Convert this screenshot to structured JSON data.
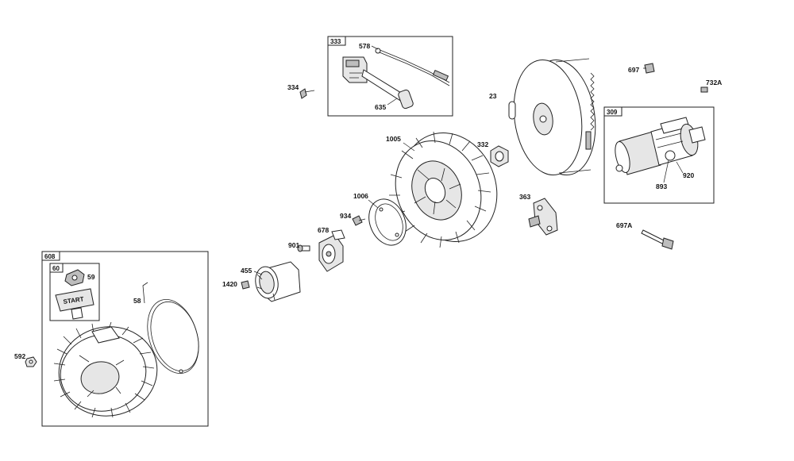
{
  "callouts": {
    "c333": "333",
    "c578": "578",
    "c635": "635",
    "c334": "334",
    "c23": "23",
    "c697": "697",
    "c732A": "732A",
    "c309": "309",
    "c920": "920",
    "c893": "893",
    "c1005": "1005",
    "c332": "332",
    "c1006": "1006",
    "c934": "934",
    "c363": "363",
    "c697A": "697A",
    "c901": "901",
    "c678": "678",
    "c455": "455",
    "c1420": "1420",
    "c608": "608",
    "c60": "60",
    "c59": "59",
    "c58": "58",
    "c592": "592"
  },
  "handle_text": "START"
}
